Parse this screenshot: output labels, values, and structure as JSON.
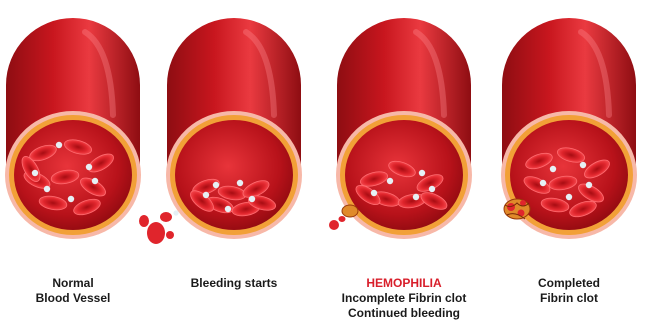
{
  "colors": {
    "vessel_dark": "#8e0d12",
    "vessel_mid": "#c8161e",
    "vessel_light": "#ea3a40",
    "rim_orange": "#f2a037",
    "rim_pink": "#f7b8a8",
    "lumen_dark": "#8f0a10",
    "lumen_light": "#e8343a",
    "cell": "#e0252c",
    "platelet": "#e6f0f5",
    "clot": "#e08a2a",
    "label_alert": "#d81e2a"
  },
  "panels": [
    {
      "id": "normal",
      "label_lines": [
        "Normal",
        "Blood Vessel"
      ],
      "alert": false,
      "stage": "normal"
    },
    {
      "id": "bleeding",
      "label_lines": [
        "Bleeding starts"
      ],
      "alert": false,
      "stage": "bleeding"
    },
    {
      "id": "hemophilia",
      "label_lines": [
        "HEMOPHILIA",
        "Incomplete Fibrin clot",
        "Continued bleeding"
      ],
      "alert": true,
      "stage": "hemophilia"
    },
    {
      "id": "completed",
      "label_lines": [
        "Completed",
        "Fibrin clot"
      ],
      "alert": false,
      "stage": "completed"
    }
  ]
}
